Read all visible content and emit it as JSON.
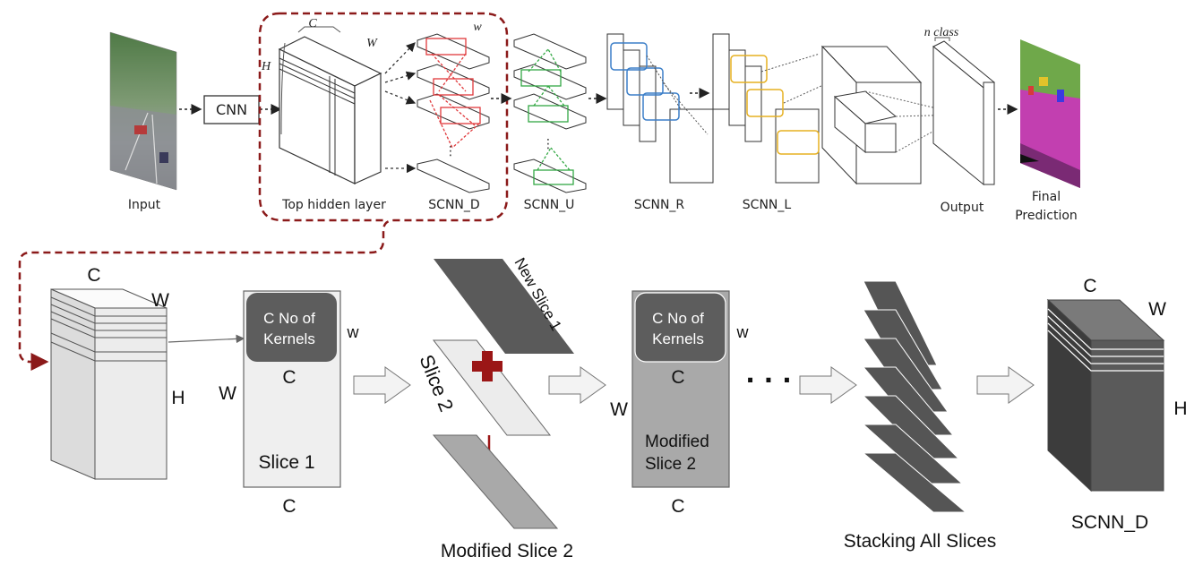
{
  "top": {
    "input_label": "Input",
    "cnn_label": "CNN",
    "top_hidden_layer_label": "Top hidden layer",
    "scnn_d_label": "SCNN_D",
    "scnn_u_label": "SCNN_U",
    "scnn_r_label": "SCNN_R",
    "scnn_l_label": "SCNN_L",
    "output_label": "Output",
    "final_prediction_line1": "Final",
    "final_prediction_line2": "Prediction",
    "n_class_label": "n class",
    "dim_c": "C",
    "dim_w": "W",
    "dim_h": "H",
    "dim_w_small": "w"
  },
  "bottom": {
    "cube_c": "C",
    "cube_w": "W",
    "cube_h": "H",
    "slice1_kernel_line1": "C No of",
    "slice1_kernel_line2": "Kernels",
    "slice1_w_small": "w",
    "slice1_c_inner": "C",
    "slice1_w_left": "W",
    "slice1_name": "Slice 1",
    "slice1_c_below": "C",
    "new_slice_label": "New Slice 1",
    "slice2_label": "Slice 2",
    "modified_slice2_bottom": "Modified Slice 2",
    "mod_kernel_line1": "C No of",
    "mod_kernel_line2": "Kernels",
    "mod_w_small": "w",
    "mod_c_inner": "C",
    "mod_w_left": "W",
    "mod_name_line1": "Modified",
    "mod_name_line2": "Slice 2",
    "mod_c_below": "C",
    "ellipsis": "· · ·",
    "stacking_label": "Stacking All Slices",
    "out_c": "C",
    "out_w": "W",
    "out_h": "H",
    "out_name": "SCNN_D"
  },
  "colors": {
    "highlight_dashed": "#8b1a1a",
    "scnn_d_kernels": "#e0383b",
    "scnn_u_kernels": "#33a844",
    "scnn_r_kernels": "#3c7fc8",
    "scnn_l_kernels": "#e6b021",
    "plus_sign": "#9b1616",
    "dark_slice": "#5a5a5a",
    "mid_slice": "#a9a9a9",
    "light_slice": "#ececec"
  }
}
